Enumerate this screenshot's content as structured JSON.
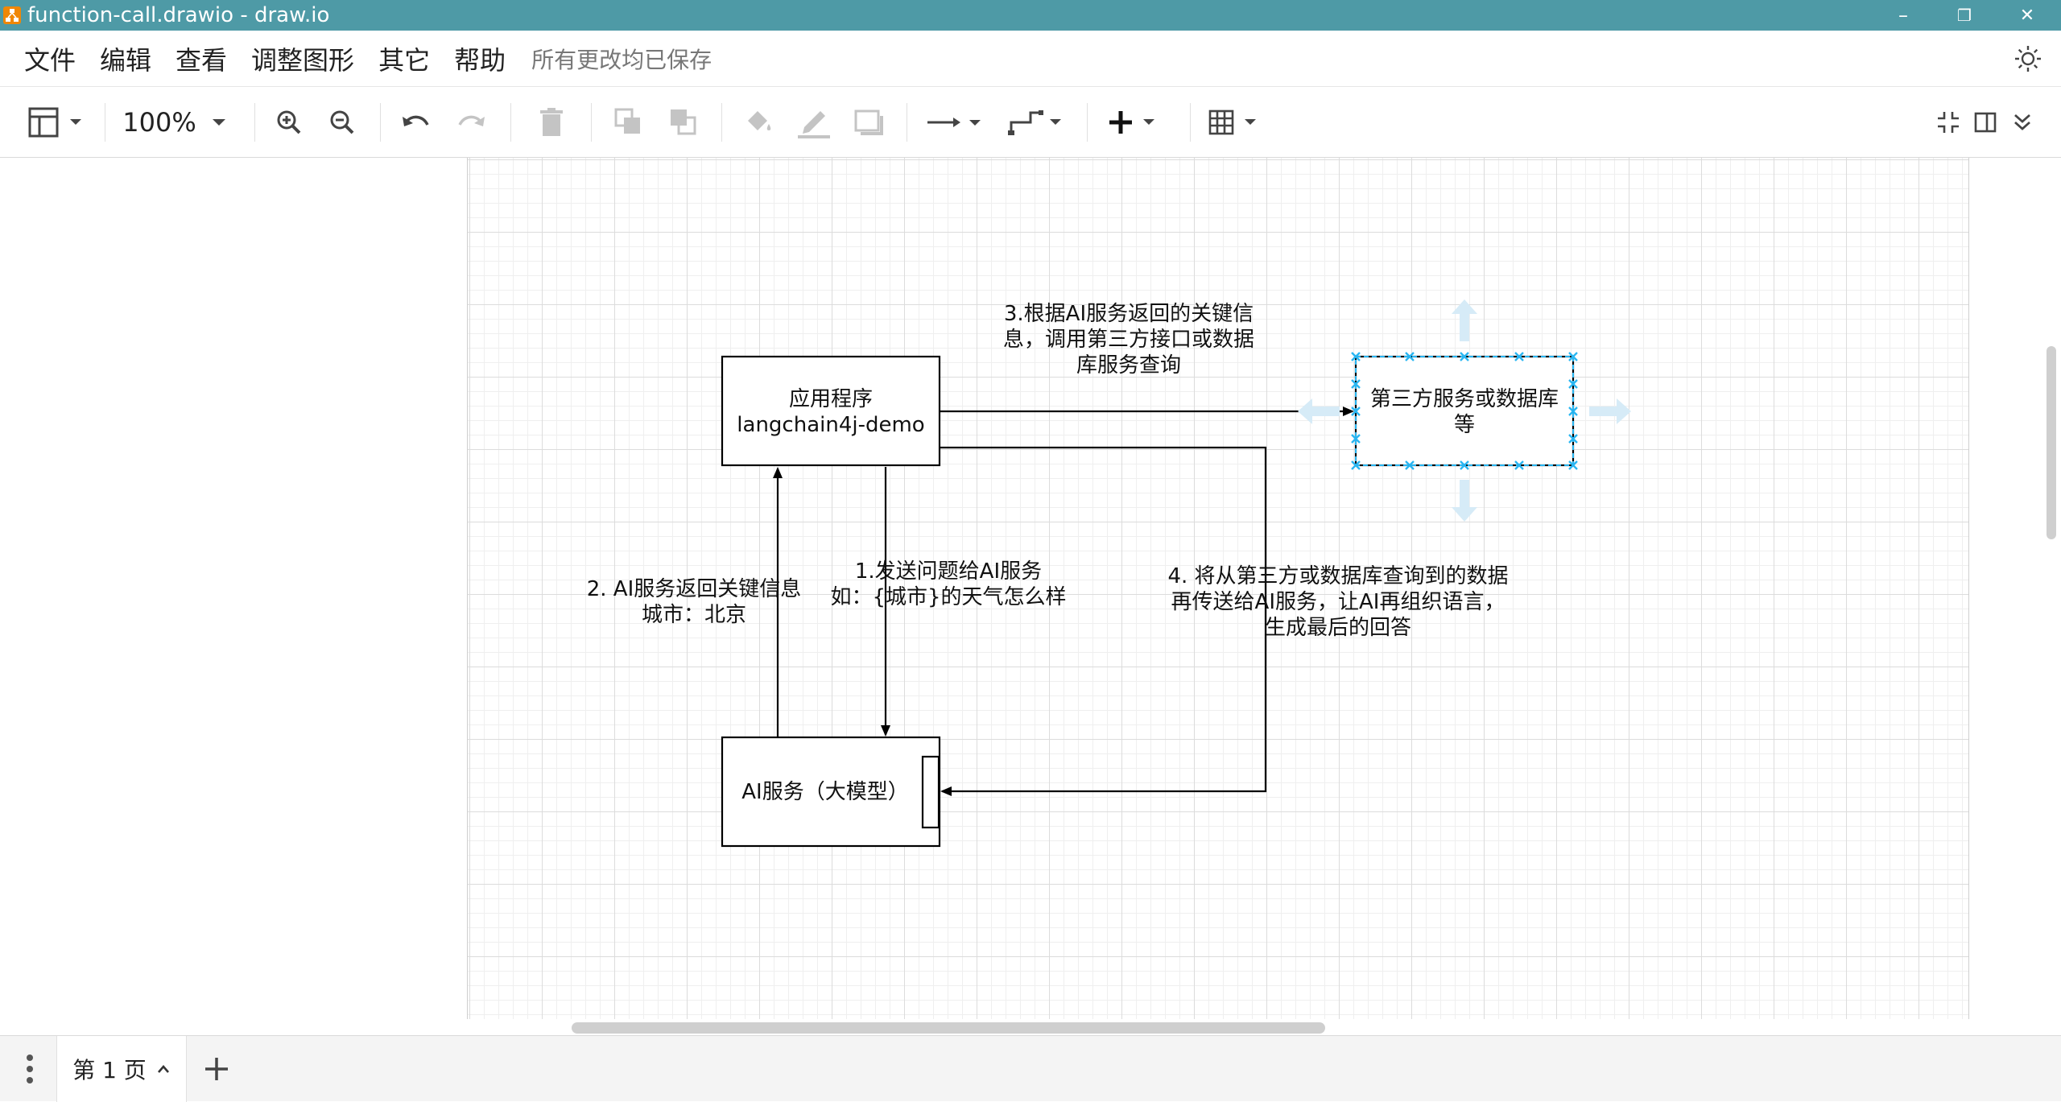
{
  "window": {
    "title": "function-call.drawio - draw.io",
    "minimize": "–",
    "maximize": "❐",
    "close": "✕"
  },
  "menu": {
    "items": [
      "文件",
      "编辑",
      "查看",
      "调整图形",
      "其它",
      "帮助"
    ],
    "save_status": "所有更改均已保存"
  },
  "toolbar": {
    "zoom": "100%"
  },
  "diagram": {
    "app_box": {
      "line1": "应用程序",
      "line2": "langchain4j-demo"
    },
    "ai_box": {
      "label": "AI服务（大模型）"
    },
    "third_box": {
      "line1": "第三方服务或数据库",
      "line2": "等"
    },
    "edge1": {
      "line1": "1.发送问题给AI服务",
      "line2": "如：{城市}的天气怎么样"
    },
    "edge2": {
      "line1": "2. AI服务返回关键信息",
      "line2": "城市：北京"
    },
    "edge3": {
      "line1": "3.根据AI服务返回的关键信",
      "line2": "息，调用第三方接口或数据",
      "line3": "库服务查询"
    },
    "edge4": {
      "line1": "4. 将从第三方或数据库查询到的数据",
      "line2": "再传送给AI服务，让AI再组织语言，",
      "line3": "生成最后的回答"
    }
  },
  "pages": {
    "tab_label": "第 1 页"
  },
  "colors": {
    "titlebar": "#4e9aa6",
    "selection_handle": "#29b6f2",
    "hover_arrow": "#d6ebf7"
  }
}
